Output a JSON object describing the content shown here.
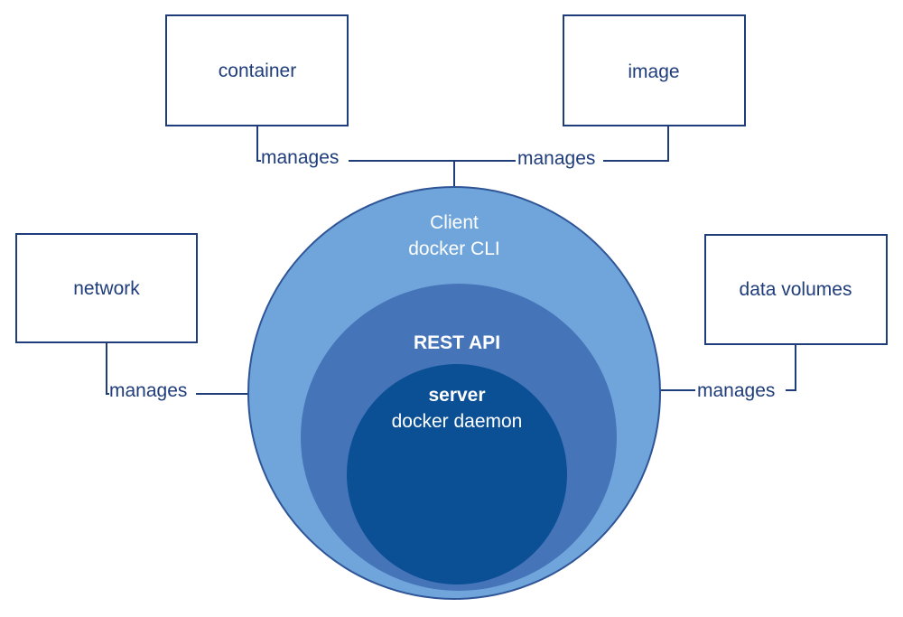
{
  "colors": {
    "box_stroke": "#1f3d7a",
    "line_stroke": "#1f3d7a",
    "text_dark": "#1f3d7a",
    "text_light": "#ffffff",
    "client_fill": "#6fa5db",
    "client_stroke": "#2f5597",
    "rest_fill": "#4674b9",
    "server_fill": "#0b4f95"
  },
  "boxes": {
    "container": "container",
    "image": "image",
    "network": "network",
    "data_volumes": "data volumes"
  },
  "connectors": {
    "container": "manages",
    "image": "manages",
    "network": "manages",
    "data_volumes": "manages"
  },
  "client": {
    "line1": "Client",
    "line2": "docker CLI"
  },
  "rest_api": {
    "label": "REST API"
  },
  "server": {
    "line1": "server",
    "line2": "docker daemon"
  }
}
